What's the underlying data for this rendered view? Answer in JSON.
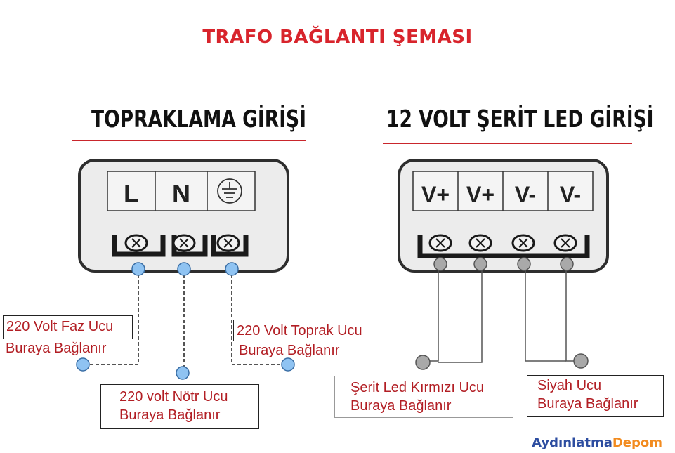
{
  "title": "TRAFO BAĞLANTI ŞEMASI",
  "left_block": {
    "heading": "TOPRAKLAMA GİRİŞİ",
    "terminals": [
      "L",
      "N"
    ],
    "ground_symbol": "ground-icon"
  },
  "right_block": {
    "heading": "12 VOLT ŞERİT LED GİRİŞİ",
    "terminals": [
      "V+",
      "V+",
      "V-",
      "V-"
    ]
  },
  "callouts": {
    "faz": {
      "line1": "220 Volt Faz Ucu",
      "line2": "Buraya Bağlanır"
    },
    "notr": {
      "line1": "220 volt Nötr Ucu",
      "line2": "Buraya Bağlanır"
    },
    "toprak": {
      "line1": "220 Volt Toprak Ucu",
      "line2": "Buraya Bağlanır"
    },
    "kirmizi": {
      "line1": "Şerit Led Kırmızı Ucu",
      "line2": "Buraya Bağlanır"
    },
    "siyah": {
      "line1": "Siyah Ucu",
      "line2": "Buraya Bağlanır"
    }
  },
  "brand": {
    "part1": "Aydınlatma",
    "part2": "Depom"
  },
  "colors": {
    "title_red": "#d8242c",
    "callout_red": "#b21e24",
    "blue_dot": "#8fc3f2",
    "gray_dot": "#a9a9a9",
    "brand_blue": "#2d4da0",
    "brand_orange": "#f28b1f"
  }
}
